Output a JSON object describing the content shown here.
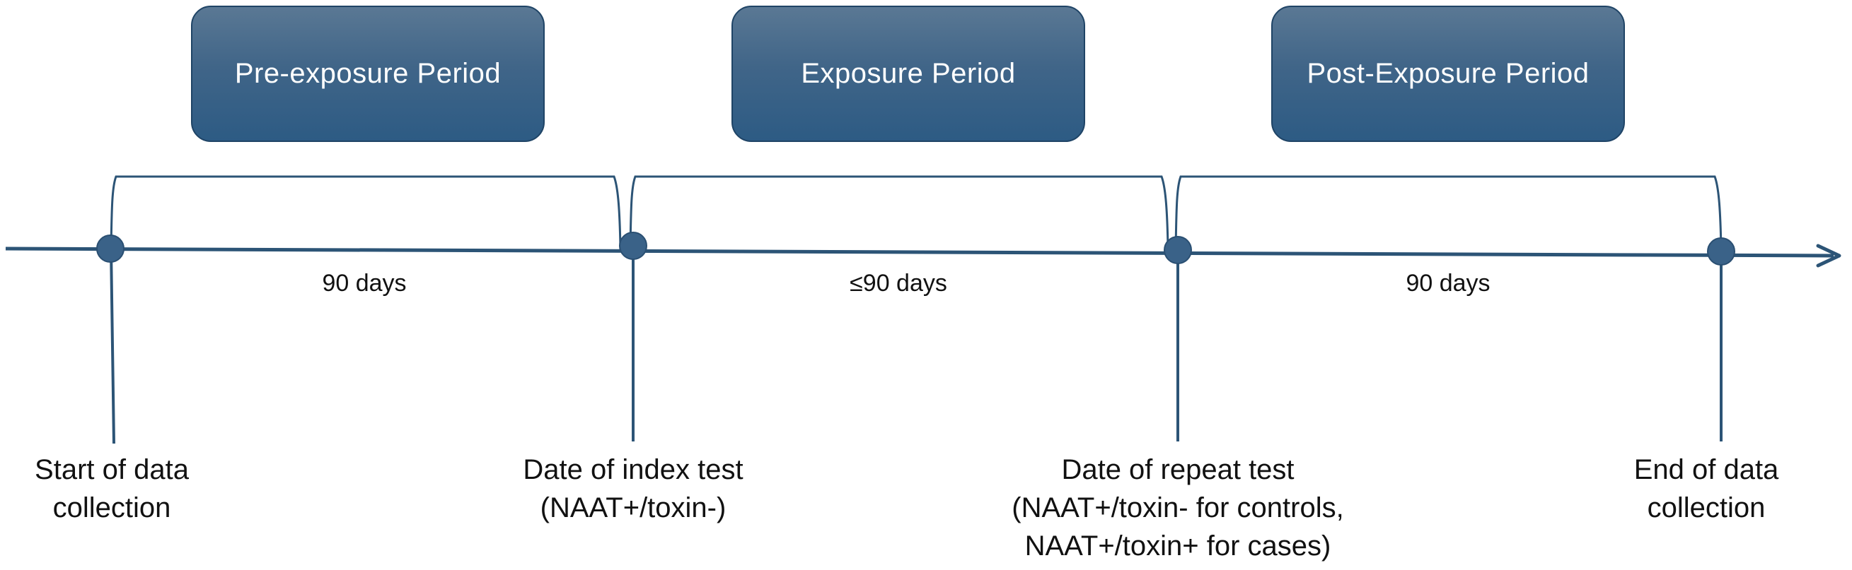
{
  "colors": {
    "line": "#2c5476",
    "marker": "#3a6288",
    "box_top": "#5a7894",
    "box_bottom": "#2d5b84",
    "box_text": "#ffffff",
    "text": "#111111"
  },
  "periods": [
    {
      "label": "Pre-exposure Period"
    },
    {
      "label": "Exposure Period"
    },
    {
      "label": "Post-Exposure Period"
    }
  ],
  "durations": [
    {
      "label": "90 days"
    },
    {
      "label": "≤90 days"
    },
    {
      "label": "90 days"
    }
  ],
  "events": [
    {
      "lines": [
        "Start of data",
        "collection"
      ]
    },
    {
      "lines": [
        "Date of index test",
        "(NAAT+/toxin-)"
      ]
    },
    {
      "lines": [
        "Date of repeat test",
        "(NAAT+/toxin- for controls,",
        "NAAT+/toxin+ for cases)"
      ]
    },
    {
      "lines": [
        "End of data",
        "collection"
      ]
    }
  ]
}
